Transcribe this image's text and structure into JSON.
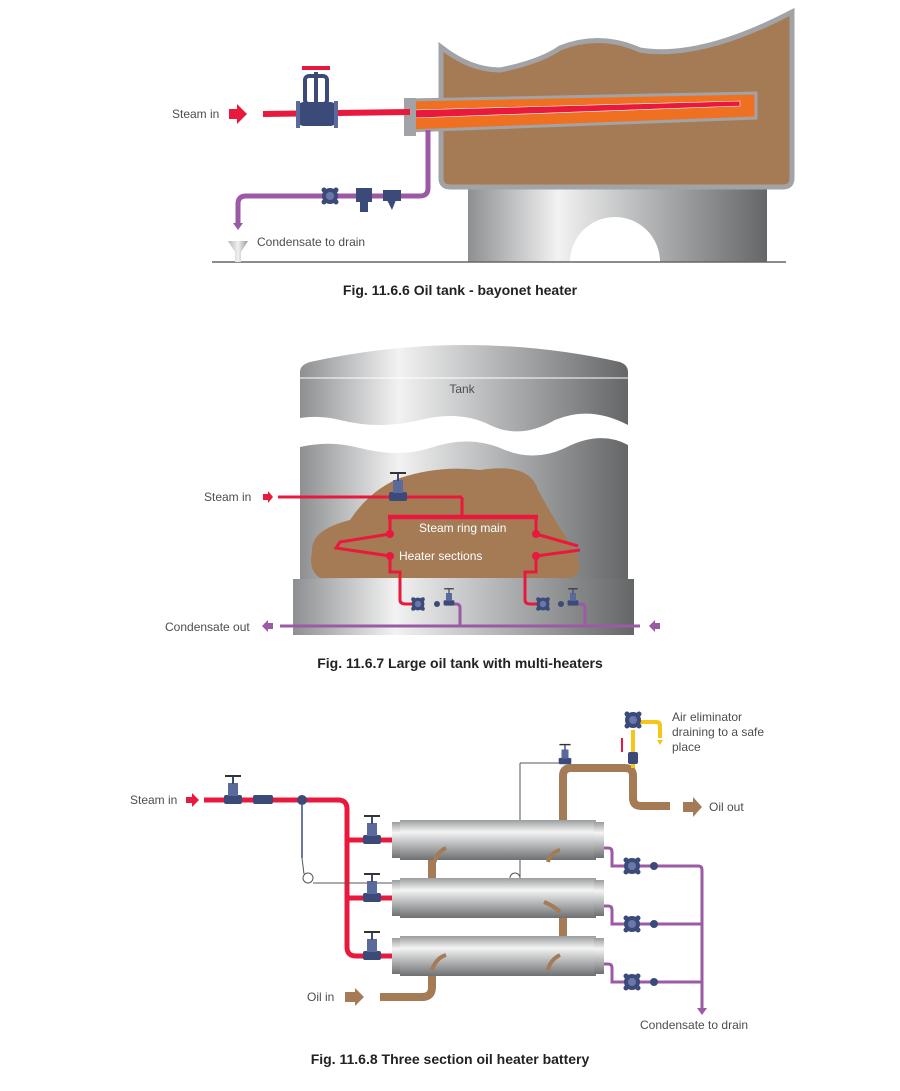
{
  "colors": {
    "steam": "#e8193c",
    "condensate": "#9b59a6",
    "oil": "#a47b55",
    "heater_orange": "#f07022",
    "steel_light": "#eeeeee",
    "steel_dark": "#6a6c6e",
    "valve_blue": "#3b4a78",
    "air_line": "#f5c518",
    "caption": "#222222",
    "label": "#4d4d4d"
  },
  "figures": [
    {
      "id": "fig-11-6-6",
      "caption": "Fig. 11.6.6 Oil tank - bayonet heater",
      "labels": {
        "steam_in": "Steam in",
        "condensate": "Condensate to drain"
      },
      "components": [
        "globe-valve",
        "bayonet-heater",
        "steam-trap",
        "sight-glass",
        "strainer",
        "drain-funnel",
        "oil-tank",
        "tank-support"
      ]
    },
    {
      "id": "fig-11-6-7",
      "caption": "Fig. 11.6.7 Large oil tank with multi-heaters",
      "labels": {
        "tank": "Tank",
        "steam_in": "Steam in",
        "ring_main": "Steam ring main",
        "heater_sections": "Heater sections",
        "condensate_out": "Condensate out"
      },
      "components": [
        "isolation-valve",
        "steam-ring-main",
        "heater-sections",
        "steam-traps",
        "condensate-header"
      ]
    },
    {
      "id": "fig-11-6-8",
      "caption": "Fig. 11.6.8 Three section oil heater battery",
      "labels": {
        "steam_in": "Steam in",
        "oil_in": "Oil in",
        "oil_out": "Oil out",
        "air_eliminator": [
          "Air eliminator",
          "draining to a safe",
          "place"
        ],
        "condensate": "Condensate to drain"
      },
      "heater_count": 3,
      "components": [
        "isolation-valve",
        "strainer",
        "temperature-control-valve",
        "sensor-bulb",
        "heater-shells",
        "steam-traps",
        "air-eliminator"
      ]
    }
  ]
}
